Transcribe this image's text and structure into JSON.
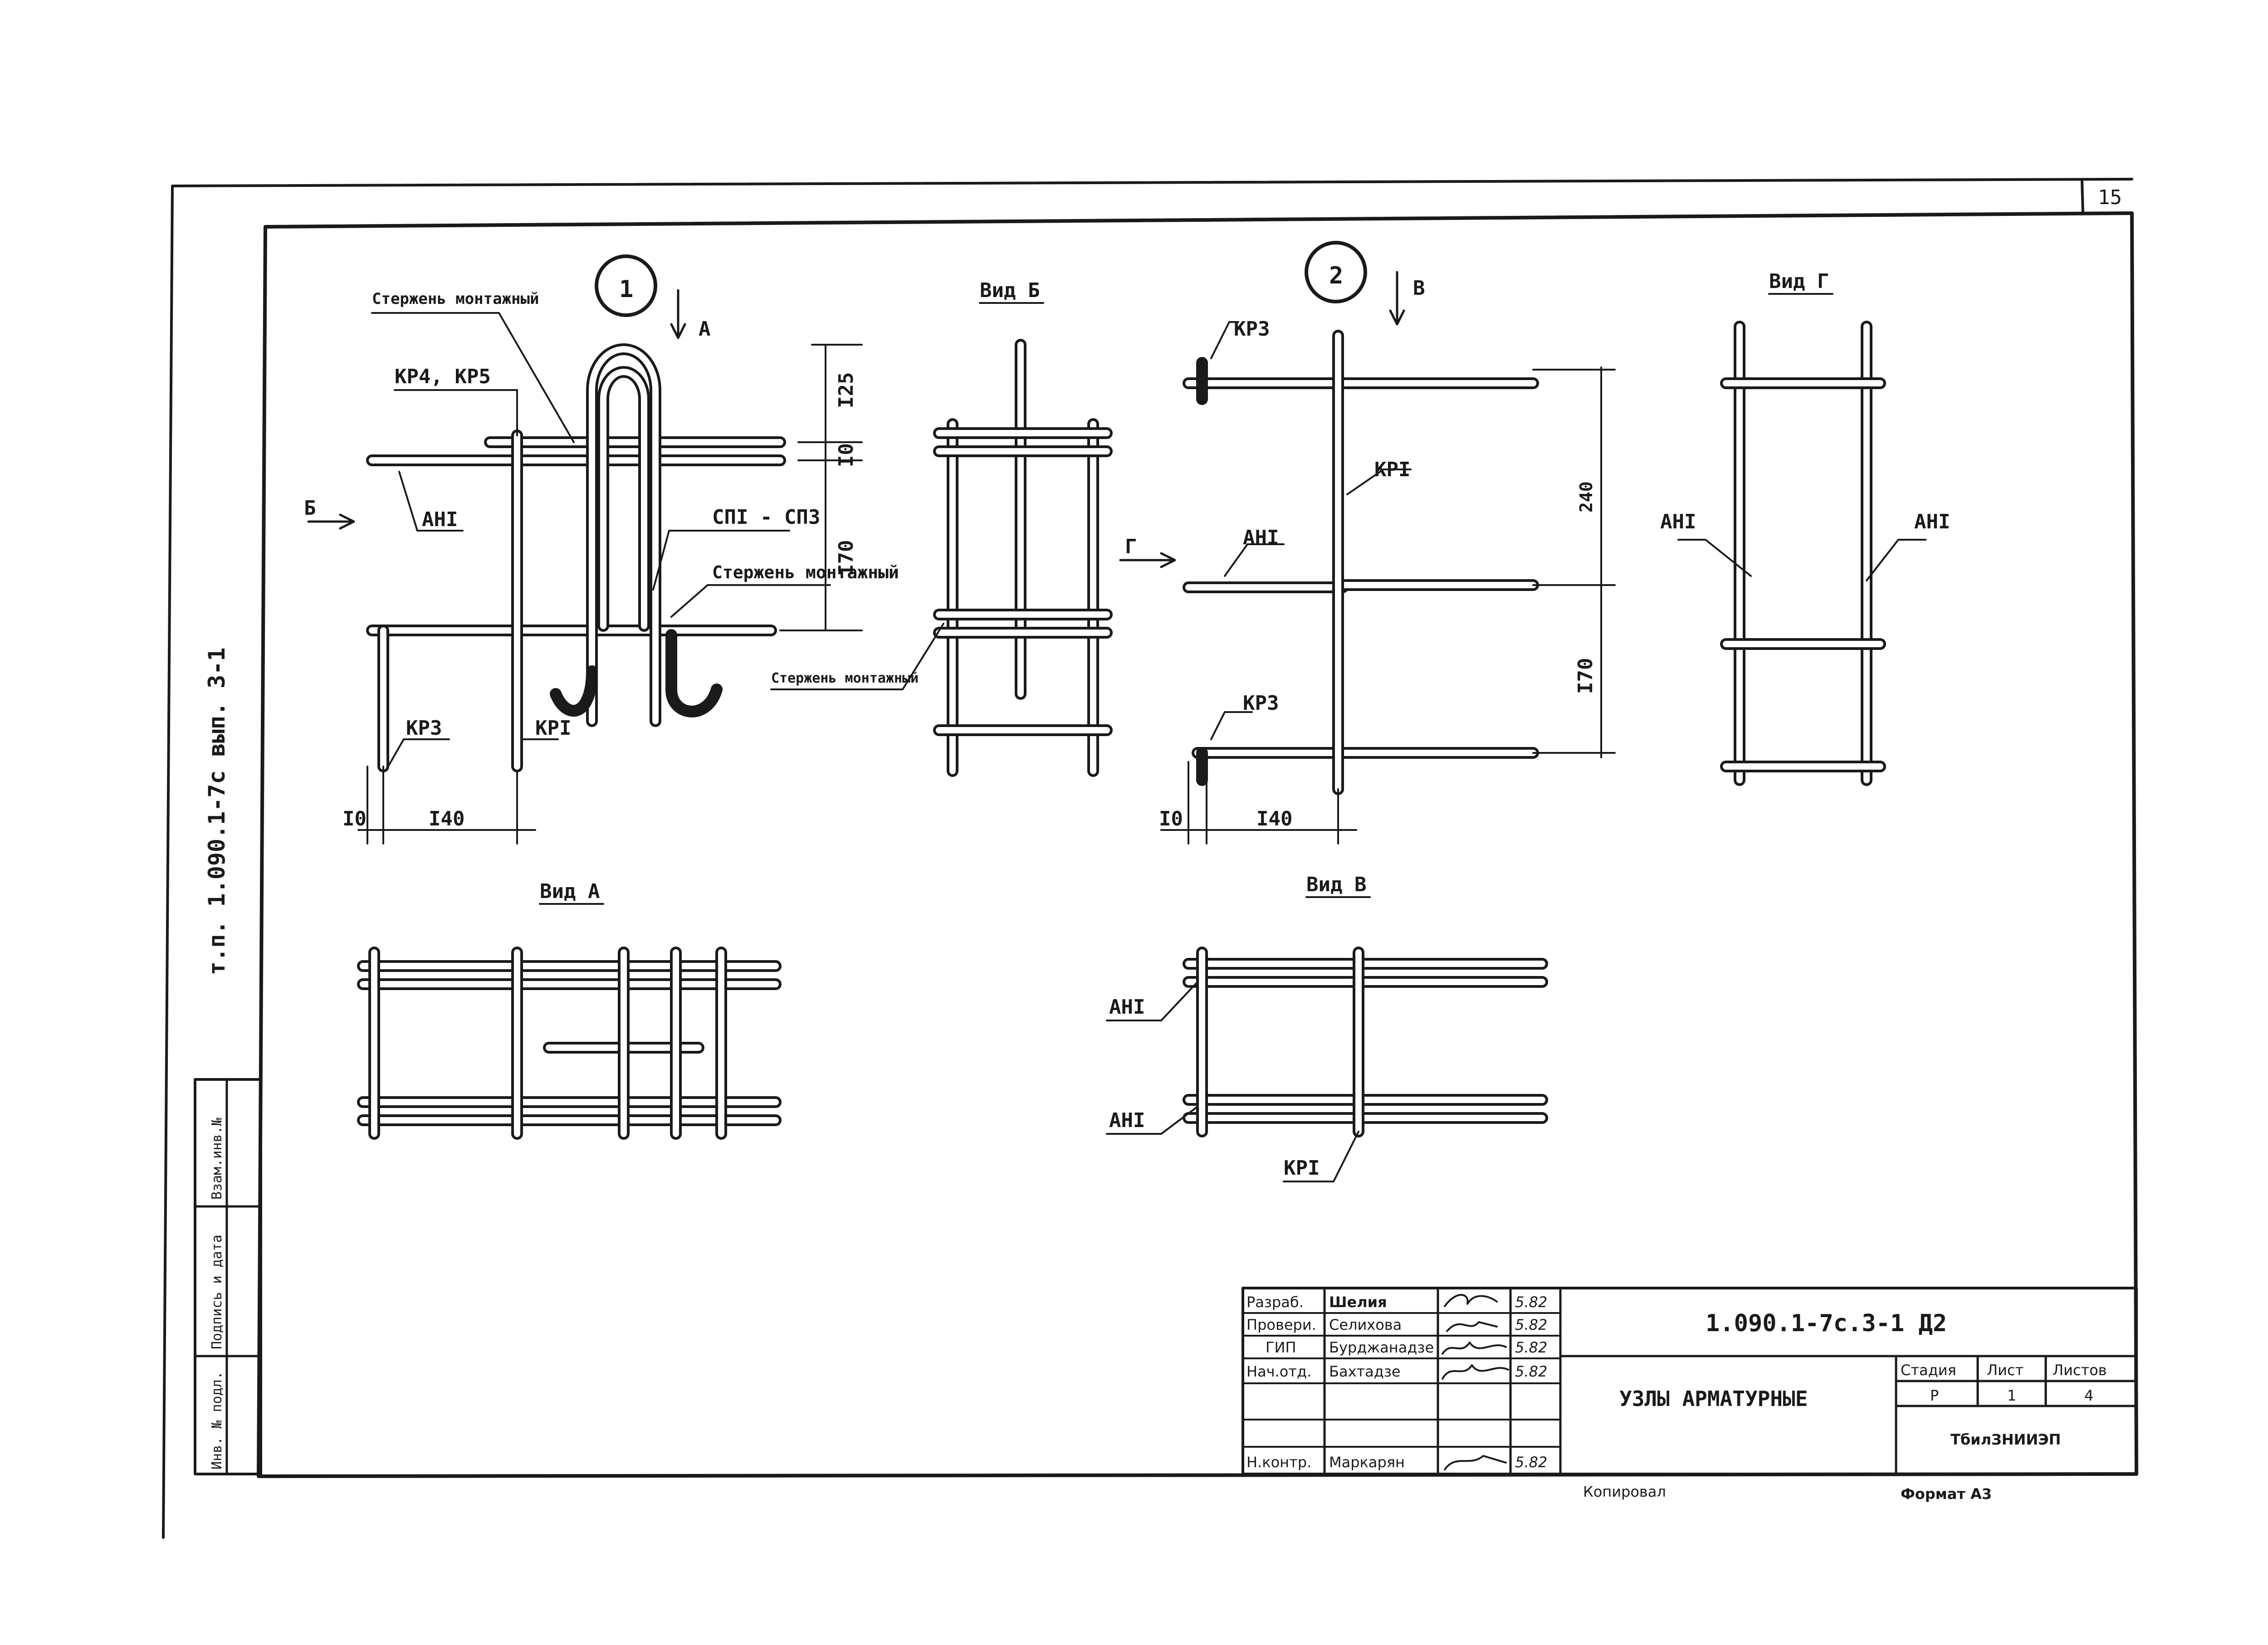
{
  "sheet_number": "15",
  "side_stamp": {
    "code": "т.п. 1.090.1-7с вып. 3-1",
    "inv_no": "Инв. № подл.",
    "sign_date": "Подпись и дата",
    "replace_inv": "Взам.инв.№"
  },
  "nodes": {
    "node1": {
      "mark": "1",
      "view_a_arrow": "А",
      "view_b_arrow": "Б",
      "labels": {
        "rod_top": "Стержень монтажный",
        "kr4_kr5": "КР4, КР5",
        "ani": "АНI",
        "sp": "СПI - СП3",
        "rod_right": "Стержень монтажный",
        "kr3": "КР3",
        "kr1": "КРI"
      },
      "dims": {
        "d125": "I25",
        "d10a": "I0",
        "d170": "I70",
        "d10b": "I0",
        "d140": "I40"
      }
    },
    "node2": {
      "mark": "2",
      "view_v_arrow": "В",
      "view_g_arrow": "Г",
      "labels": {
        "kr3_top": "КР3",
        "kr1": "КРI",
        "ani": "АНI",
        "kr3_bot": "КР3"
      },
      "dims": {
        "d240": "240",
        "d170": "I70",
        "d10": "I0",
        "d140": "I40"
      }
    }
  },
  "views": {
    "vid_b": {
      "title": "Вид Б",
      "rod_label": "Стержень монтажный"
    },
    "vid_g": {
      "title": "Вид Г",
      "ani_left": "АНI",
      "ani_right": "АНI"
    },
    "vid_a": {
      "title": "Вид А"
    },
    "vid_v": {
      "title": "Вид В",
      "ani_top": "АНI",
      "ani_bot": "АНI",
      "kr1": "КРI"
    }
  },
  "title_block": {
    "rows": [
      {
        "role": "Разраб.",
        "name": "Шелия",
        "date": "5.82"
      },
      {
        "role": "Провери.",
        "name": "Селихова",
        "date": "5.82"
      },
      {
        "role": "ГИП",
        "name": "Бурджанадзе",
        "date": "5.82"
      },
      {
        "role": "Нач.отд.",
        "name": "Бахтадзе",
        "date": "5.82"
      },
      {
        "role": "",
        "name": "",
        "date": ""
      },
      {
        "role": "",
        "name": "",
        "date": ""
      },
      {
        "role": "Н.контр.",
        "name": "Маркарян",
        "date": "5.82"
      }
    ],
    "doc_code": "1.090.1-7с.3-1 Д2",
    "sheet_title": "УЗЛЫ АРМАТУРНЫЕ",
    "stage_label": "Стадия",
    "sheet_label": "Лист",
    "sheets_label": "Листов",
    "stage": "Р",
    "sheet": "1",
    "sheets": "4",
    "org": "ТбилЗНИИЭП",
    "copied_by": "Копировал",
    "format": "Формат А3"
  },
  "colors": {
    "ink": "#1a1a1a",
    "paper": "#ffffff"
  }
}
